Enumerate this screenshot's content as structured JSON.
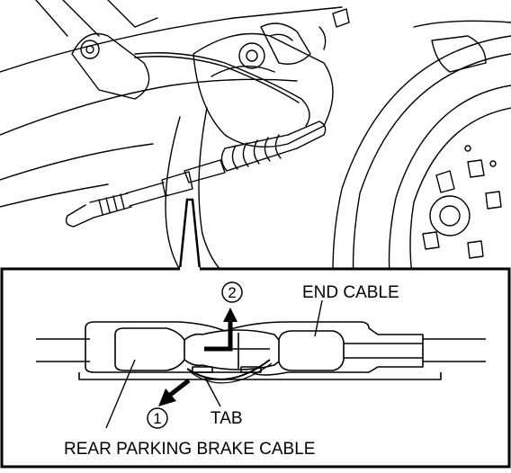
{
  "labels": {
    "step2": "2",
    "end_cable": "END CABLE",
    "step1": "1",
    "tab": "TAB",
    "rear_cable": "REAR PARKING BRAKE CABLE"
  }
}
